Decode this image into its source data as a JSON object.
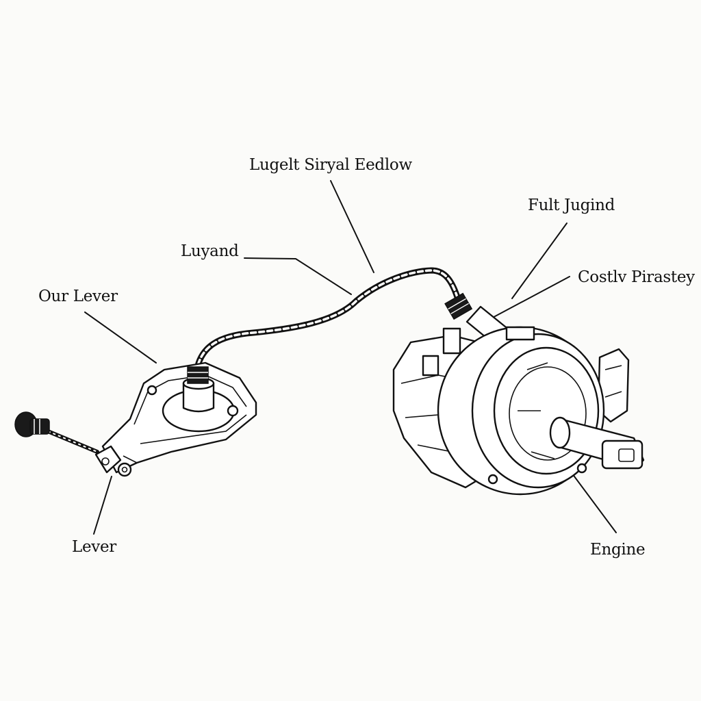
{
  "diagram": {
    "labels": {
      "top": "Lugelt Siryal Eedlow",
      "fuel": "Fult Jugind",
      "luyand": "Luyand",
      "costly": "Costlv Pirastey",
      "our_lever": "Our Lever",
      "lever": "Lever",
      "engine": "Engine"
    },
    "parts": [
      "lever-assembly",
      "control-cable",
      "engine"
    ],
    "colors": {
      "background": "#fbfbf9",
      "ink": "#111111"
    }
  }
}
